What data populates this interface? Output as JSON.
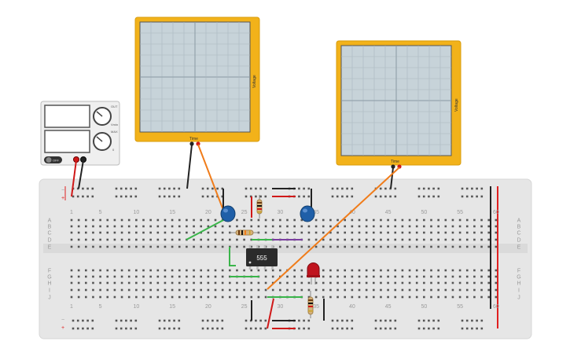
{
  "breadboard": {
    "column_numbers": [
      "1",
      "5",
      "10",
      "15",
      "20",
      "25",
      "30",
      "35",
      "40",
      "45",
      "50",
      "55",
      "60"
    ],
    "row_letters_top": [
      "A",
      "B",
      "C",
      "D",
      "E"
    ],
    "row_letters_bottom": [
      "F",
      "G",
      "H",
      "I",
      "J"
    ],
    "rail_minus": "−",
    "rail_plus": "+"
  },
  "chip": {
    "label": "555"
  },
  "oscilloscope_left": {
    "x_axis_label": "Time",
    "y_axis_label": "Voltage"
  },
  "oscilloscope_right": {
    "x_axis_label": "Time",
    "y_axis_label": "Voltage"
  },
  "power_supply": {
    "knob1_max": "OUT",
    "knob1_min": "Vmin",
    "knob2_max": "MAX",
    "knob2_min": "0",
    "switch_label": "OFF"
  },
  "colors": {
    "scope_frame": "#f2b21a",
    "scope_screen": "#c7d3d9",
    "breadboard": "#e9e9e9",
    "rail_red": "#e02020",
    "wire_orange": "#f07c1a",
    "wire_green": "#3ab54a",
    "wire_purple": "#7b3fa0",
    "wire_black": "#222222",
    "capacitor_blue": "#1f5fa8",
    "led_red": "#c0141e",
    "chip_body": "#2b2b2b"
  }
}
